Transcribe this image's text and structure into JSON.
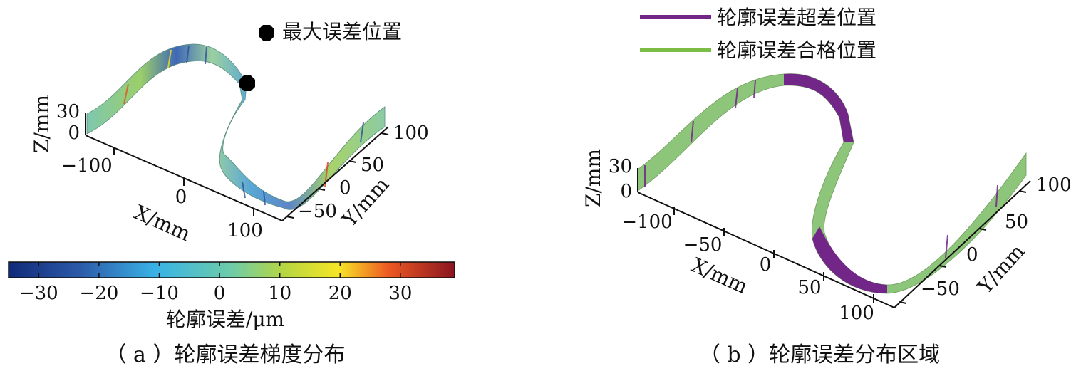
{
  "chart_data": [
    {
      "type": "surface",
      "caption": "（ a ）轮廓误差梯度分布",
      "legend": {
        "marker_label": "最大误差位置"
      },
      "axes": {
        "x": {
          "label": "X/mm",
          "ticks": [
            "−100",
            "0",
            "100"
          ]
        },
        "y": {
          "label": "Y/mm",
          "ticks": [
            "−50",
            "0",
            "50",
            "100"
          ]
        },
        "z": {
          "label": "Z/mm",
          "ticks": [
            "0",
            "30"
          ]
        }
      },
      "colorbar": {
        "label": "轮廓误差/μm",
        "range": [
          -35,
          39
        ],
        "ticks": [
          -30,
          -20,
          -10,
          0,
          10,
          20,
          30
        ],
        "tick_labels": [
          "−30",
          "−20",
          "−10",
          "0",
          "10",
          "20",
          "30"
        ]
      },
      "colors": {
        "colormap": "jet",
        "marker": "#000000"
      }
    },
    {
      "type": "surface",
      "caption": "（ b ）轮廓误差分布区域",
      "legend": {
        "entries": [
          {
            "name": "轮廓误差超差位置",
            "color": "#722687"
          },
          {
            "name": "轮廓误差合格位置",
            "color": "#7cbd45"
          }
        ]
      },
      "axes": {
        "x": {
          "label": "X/mm",
          "ticks": [
            "−100",
            "−50",
            "0",
            "50",
            "100"
          ]
        },
        "y": {
          "label": "Y/mm",
          "ticks": [
            "−50",
            "0",
            "50",
            "100"
          ]
        },
        "z": {
          "label": "Z/mm",
          "ticks": [
            "0",
            "30"
          ]
        }
      }
    }
  ]
}
